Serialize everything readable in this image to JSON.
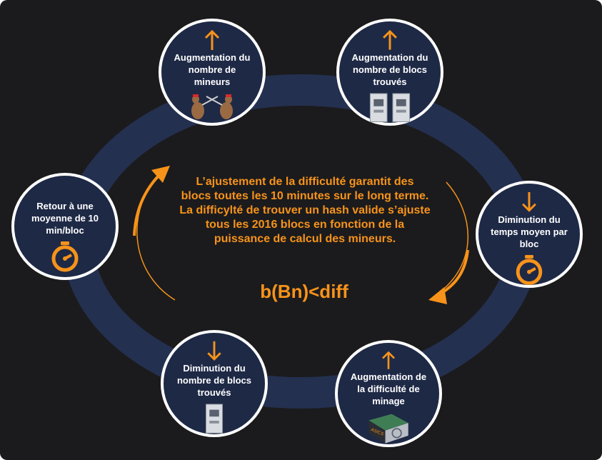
{
  "colors": {
    "background": "#1b1b1d",
    "ring": "#243050",
    "node_fill": "#1e2946",
    "node_border": "#ffffff",
    "accent": "#f7931a"
  },
  "nodes": [
    {
      "id": "miners-up",
      "label": "Augmentation du nombre de mineurs",
      "direction": "up",
      "icon": "miners-icon"
    },
    {
      "id": "blocks-found-up",
      "label": "Augmentation du nombre de blocs trouvés",
      "direction": "up",
      "icon": "server-icon"
    },
    {
      "id": "block-time-down",
      "label": "Diminution du temps moyen par bloc",
      "direction": "down",
      "icon": "stopwatch-icon"
    },
    {
      "id": "difficulty-up",
      "label": "Augmentation de la difficulté de minage",
      "direction": "up",
      "icon": "asic-icon"
    },
    {
      "id": "blocks-found-down",
      "label": "Diminution du nombre de blocs trouvés",
      "direction": "down",
      "icon": "server-icon"
    },
    {
      "id": "return-average",
      "label": "Retour à une moyenne de 10 min/bloc",
      "direction": "none",
      "icon": "stopwatch-icon"
    }
  ],
  "center": {
    "line1": "L’ajustement de la difficulté garantit des",
    "line2": "blocs toutes les 10 minutes sur le long terme.",
    "line3": "La difficylté de trouver un hash valide s’ajuste",
    "line4": "tous les 2016 blocs en fonction de la",
    "line5": "puissance de calcul des mineurs."
  },
  "formula": "b(Bn)<diff",
  "asic_label": "ASICS"
}
